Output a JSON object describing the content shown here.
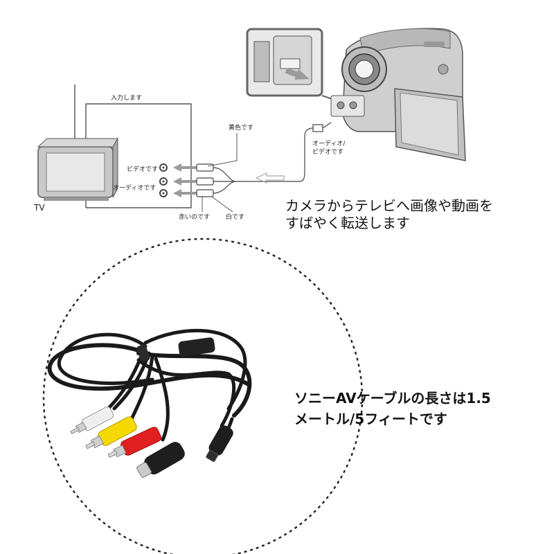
{
  "diagram": {
    "tv_label": "TV",
    "input_label": "入力します",
    "yellow_label": "黄色です",
    "video_label": "ビデオです",
    "audio_label": "オーディオです",
    "camera_port_label_line1": "オーディオ/",
    "camera_port_label_line2": "ビデオです",
    "red_label": "赤いのです",
    "white_label": "白です"
  },
  "caption_top": {
    "line1": "カメラからテレビへ画像や動画を",
    "line2": "すばやく転送します"
  },
  "caption_bottom": {
    "line1": "ソニーAVケーブルの長さは1.5",
    "line2": "メートル/5フィートです"
  },
  "colors": {
    "cable_black": "#1a1a1a",
    "plug_yellow": "#f5d800",
    "plug_red": "#e02020",
    "plug_white": "#f2f2f2",
    "diagram_gray": "#9a9a9a"
  },
  "icons": [
    "tv-icon",
    "camcorder-icon",
    "arrow-left-icon",
    "av-cable-photo"
  ]
}
